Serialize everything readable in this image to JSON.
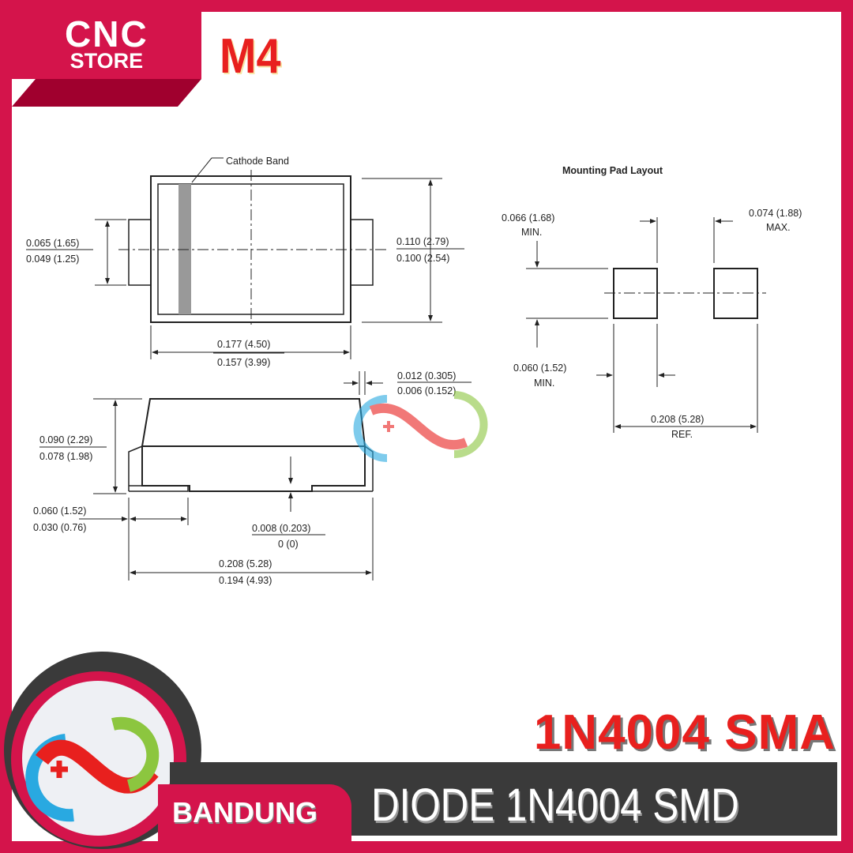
{
  "brand": {
    "line1": "CNC",
    "line2": "STORE",
    "location": "BANDUNG"
  },
  "code": "M4",
  "product": {
    "model": "1N4004 SMA",
    "name": "DIODE 1N4004 SMD"
  },
  "colors": {
    "brand_red": "#D4144B",
    "accent_red": "#E8201E",
    "dark": "#3a3a3a"
  },
  "diagram": {
    "cathode_label": "Cathode Band",
    "body_height_max": "0.065 (1.65)",
    "body_height_min": "0.049 (1.25)",
    "width_max": "0.110 (2.79)",
    "width_min": "0.100 (2.54)",
    "length_max": "0.177 (4.50)",
    "length_min": "0.157 (3.99)",
    "lead_thick_max": "0.012 (0.305)",
    "lead_thick_min": "0.006 (0.152)",
    "height_max": "0.090 (2.29)",
    "height_min": "0.078 (1.98)",
    "lead_len_max": "0.060 (1.52)",
    "lead_len_min": "0.030 (0.76)",
    "standoff_max": "0.008 (0.203)",
    "standoff_min": "0 (0)",
    "overall_max": "0.208 (5.28)",
    "overall_min": "0.194 (4.93)",
    "pad_title": "Mounting Pad Layout",
    "pad_h": "0.066 (1.68)",
    "pad_h_note": "MIN.",
    "pad_w": "0.074 (1.88)",
    "pad_w_note": "MAX.",
    "pad_gap": "0.060 (1.52)",
    "pad_gap_note": "MIN.",
    "pad_span": "0.208 (5.28)",
    "pad_span_note": "REF."
  }
}
